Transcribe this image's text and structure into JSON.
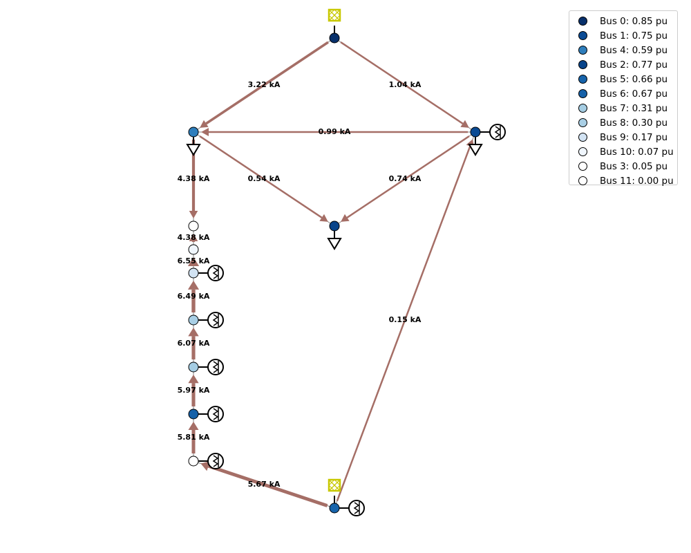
{
  "buses": [
    {
      "id": "bus-0",
      "vm": 0.85,
      "color": "#08306b"
    },
    {
      "id": "bus-1",
      "vm": 0.75,
      "color": "#0b4b94"
    },
    {
      "id": "bus-2",
      "vm": 0.77,
      "color": "#08448a"
    },
    {
      "id": "bus-3",
      "vm": 0.05,
      "color": "#ffffff"
    },
    {
      "id": "bus-4",
      "vm": 0.59,
      "color": "#2e7ebc"
    },
    {
      "id": "bus-5",
      "vm": 0.66,
      "color": "#1764ab"
    },
    {
      "id": "bus-6",
      "vm": 0.67,
      "color": "#1661a8"
    },
    {
      "id": "bus-7",
      "vm": 0.31,
      "color": "#a5cde3"
    },
    {
      "id": "bus-8",
      "vm": 0.3,
      "color": "#a9cfe5"
    },
    {
      "id": "bus-9",
      "vm": 0.17,
      "color": "#d2e3f3"
    },
    {
      "id": "bus-10",
      "vm": 0.07,
      "color": "#f0f6fd"
    },
    {
      "id": "bus-11",
      "vm": 0.0,
      "color": "#ffffff"
    }
  ],
  "lines": [
    {
      "from": "bus-0",
      "to": "bus-4",
      "label": "3.22 kA",
      "current_ka": 3.22
    },
    {
      "from": "bus-0",
      "to": "bus-1",
      "label": "1.04 kA",
      "current_ka": 1.04
    },
    {
      "from": "bus-1",
      "to": "bus-4",
      "label": "0.99 kA",
      "current_ka": 0.99
    },
    {
      "from": "bus-4",
      "to": "bus-3",
      "label": "4.38 kA",
      "current_ka": 4.38
    },
    {
      "from": "bus-4",
      "to": "bus-2",
      "label": "0.54 kA",
      "current_ka": 0.54
    },
    {
      "from": "bus-1",
      "to": "bus-2",
      "label": "0.74 kA",
      "current_ka": 0.74
    },
    {
      "from": "bus-10",
      "to": "bus-3",
      "label": "4.38 kA",
      "current_ka": 4.38
    },
    {
      "from": "bus-9",
      "to": "bus-10",
      "label": "6.55 kA",
      "current_ka": 6.55
    },
    {
      "from": "bus-8",
      "to": "bus-9",
      "label": "6.49 kA",
      "current_ka": 6.49
    },
    {
      "from": "bus-7",
      "to": "bus-8",
      "label": "6.07 kA",
      "current_ka": 6.07
    },
    {
      "from": "bus-6",
      "to": "bus-7",
      "label": "5.97 kA",
      "current_ka": 5.97
    },
    {
      "from": "bus-11",
      "to": "bus-6",
      "label": "5.81 kA",
      "current_ka": 5.81
    },
    {
      "from": "bus-5",
      "to": "bus-1",
      "label": "0.15 kA",
      "current_ka": 0.15
    },
    {
      "from": "bus-5",
      "to": "bus-11",
      "label": "5.67 kA",
      "current_ka": 5.67
    }
  ],
  "external_grids": [
    "bus-0",
    "bus-5"
  ],
  "loads": [
    "bus-4",
    "bus-1",
    "bus-2"
  ],
  "static_generators": [
    "bus-1",
    "bus-9",
    "bus-8",
    "bus-7",
    "bus-6",
    "bus-11",
    "bus-5"
  ],
  "legend": [
    {
      "label": "Bus 0: 0.85 pu",
      "color": "#08306b"
    },
    {
      "label": "Bus 1: 0.75 pu",
      "color": "#0b4b94"
    },
    {
      "label": "Bus 4: 0.59 pu",
      "color": "#2e7ebc"
    },
    {
      "label": "Bus 2: 0.77 pu",
      "color": "#08448a"
    },
    {
      "label": "Bus 5: 0.66 pu",
      "color": "#1764ab"
    },
    {
      "label": "Bus 6: 0.67 pu",
      "color": "#1661a8"
    },
    {
      "label": "Bus 7: 0.31 pu",
      "color": "#a5cde3"
    },
    {
      "label": "Bus 8: 0.30 pu",
      "color": "#a9cfe5"
    },
    {
      "label": "Bus 9: 0.17 pu",
      "color": "#d2e3f3"
    },
    {
      "label": "Bus 10: 0.07 pu",
      "color": "#f0f6fd"
    },
    {
      "label": "Bus 3: 0.05 pu",
      "color": "#ffffff"
    },
    {
      "label": "Bus 11: 0.00 pu",
      "color": "#ffffff"
    }
  ],
  "colors": {
    "flow_arrow": "#a56e66",
    "line": "#808080",
    "ext_grid": "#c8c800"
  }
}
